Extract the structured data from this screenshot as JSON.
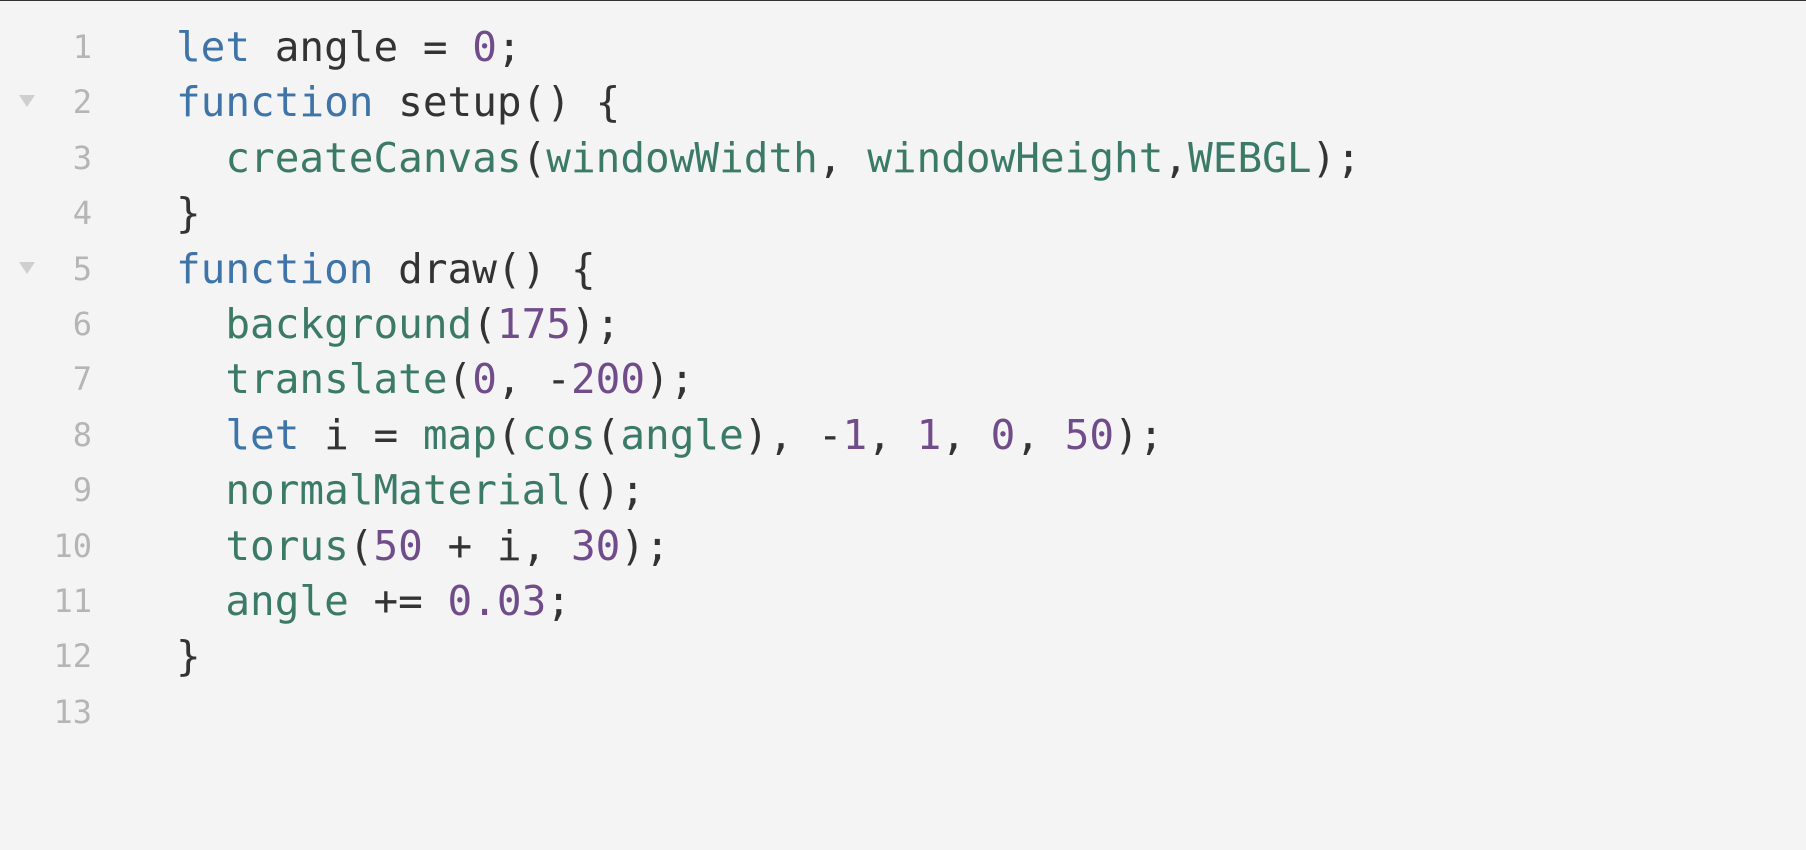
{
  "editor": {
    "lines": [
      {
        "number": "1",
        "foldable": false,
        "tokens": [
          {
            "t": "keyword",
            "v": "let"
          },
          {
            "t": "plain",
            "v": " angle = "
          },
          {
            "t": "num",
            "v": "0"
          },
          {
            "t": "plain",
            "v": ";"
          }
        ]
      },
      {
        "number": "2",
        "foldable": true,
        "tokens": [
          {
            "t": "keyword",
            "v": "function"
          },
          {
            "t": "plain",
            "v": " setup() {"
          }
        ]
      },
      {
        "number": "3",
        "foldable": false,
        "tokens": [
          {
            "t": "plain",
            "v": "  "
          },
          {
            "t": "fn",
            "v": "createCanvas"
          },
          {
            "t": "plain",
            "v": "("
          },
          {
            "t": "fn",
            "v": "windowWidth"
          },
          {
            "t": "plain",
            "v": ", "
          },
          {
            "t": "fn",
            "v": "windowHeight"
          },
          {
            "t": "plain",
            "v": ","
          },
          {
            "t": "fn",
            "v": "WEBGL"
          },
          {
            "t": "plain",
            "v": ");"
          }
        ]
      },
      {
        "number": "4",
        "foldable": false,
        "tokens": [
          {
            "t": "plain",
            "v": "}"
          }
        ]
      },
      {
        "number": "5",
        "foldable": true,
        "tokens": [
          {
            "t": "keyword",
            "v": "function"
          },
          {
            "t": "plain",
            "v": " draw() {"
          }
        ]
      },
      {
        "number": "6",
        "foldable": false,
        "tokens": [
          {
            "t": "plain",
            "v": "  "
          },
          {
            "t": "fn",
            "v": "background"
          },
          {
            "t": "plain",
            "v": "("
          },
          {
            "t": "num",
            "v": "175"
          },
          {
            "t": "plain",
            "v": ");"
          }
        ]
      },
      {
        "number": "7",
        "foldable": false,
        "tokens": [
          {
            "t": "plain",
            "v": "  "
          },
          {
            "t": "fn",
            "v": "translate"
          },
          {
            "t": "plain",
            "v": "("
          },
          {
            "t": "num",
            "v": "0"
          },
          {
            "t": "plain",
            "v": ", -"
          },
          {
            "t": "num",
            "v": "200"
          },
          {
            "t": "plain",
            "v": ");"
          }
        ]
      },
      {
        "number": "8",
        "foldable": false,
        "tokens": [
          {
            "t": "plain",
            "v": "  "
          },
          {
            "t": "keyword",
            "v": "let"
          },
          {
            "t": "plain",
            "v": " i = "
          },
          {
            "t": "fn",
            "v": "map"
          },
          {
            "t": "plain",
            "v": "("
          },
          {
            "t": "fn",
            "v": "cos"
          },
          {
            "t": "plain",
            "v": "("
          },
          {
            "t": "fn",
            "v": "angle"
          },
          {
            "t": "plain",
            "v": "), -"
          },
          {
            "t": "num",
            "v": "1"
          },
          {
            "t": "plain",
            "v": ", "
          },
          {
            "t": "num",
            "v": "1"
          },
          {
            "t": "plain",
            "v": ", "
          },
          {
            "t": "num",
            "v": "0"
          },
          {
            "t": "plain",
            "v": ", "
          },
          {
            "t": "num",
            "v": "50"
          },
          {
            "t": "plain",
            "v": ");"
          }
        ]
      },
      {
        "number": "9",
        "foldable": false,
        "tokens": [
          {
            "t": "plain",
            "v": "  "
          },
          {
            "t": "fn",
            "v": "normalMaterial"
          },
          {
            "t": "plain",
            "v": "();"
          }
        ]
      },
      {
        "number": "10",
        "foldable": false,
        "tokens": [
          {
            "t": "plain",
            "v": "  "
          },
          {
            "t": "fn",
            "v": "torus"
          },
          {
            "t": "plain",
            "v": "("
          },
          {
            "t": "num",
            "v": "50"
          },
          {
            "t": "plain",
            "v": " + i, "
          },
          {
            "t": "num",
            "v": "30"
          },
          {
            "t": "plain",
            "v": ");"
          }
        ]
      },
      {
        "number": "11",
        "foldable": false,
        "tokens": [
          {
            "t": "plain",
            "v": "  "
          },
          {
            "t": "fn",
            "v": "angle"
          },
          {
            "t": "plain",
            "v": " += "
          },
          {
            "t": "num",
            "v": "0.03"
          },
          {
            "t": "plain",
            "v": ";"
          }
        ]
      },
      {
        "number": "12",
        "foldable": false,
        "tokens": [
          {
            "t": "plain",
            "v": "}"
          }
        ]
      },
      {
        "number": "13",
        "foldable": false,
        "tokens": []
      }
    ]
  },
  "colors": {
    "background": "#f4f4f4",
    "keyword": "#3e74a8",
    "function": "#3b7a67",
    "number": "#714c8a",
    "plain": "#333333",
    "line_number": "#b5b5b5",
    "fold_arrow": "#cfcfcf"
  },
  "icons": {
    "fold": "chevron-down-icon"
  }
}
